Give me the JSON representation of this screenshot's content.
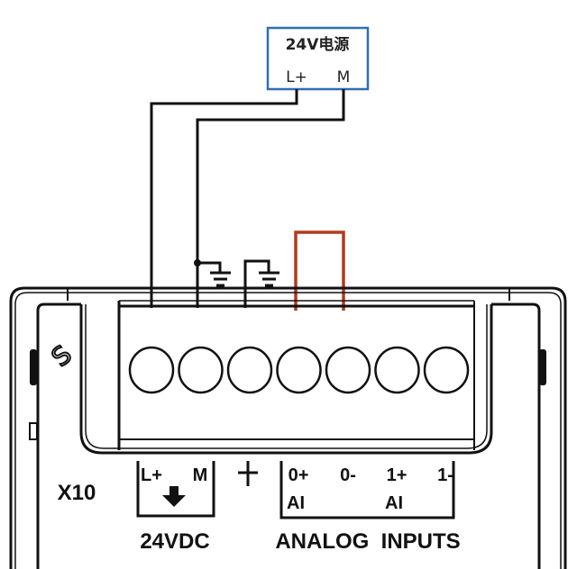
{
  "power_supply": {
    "title": "24V电源",
    "terminal_plus": "L+",
    "terminal_minus": "M",
    "border_color": "#2f6db5"
  },
  "jumper": {
    "color": "#b23a1a"
  },
  "module": {
    "connector_label": "X10",
    "terminal_count": 7,
    "power_group": {
      "plus": "L+",
      "minus": "M",
      "caption": "24VDC"
    },
    "ground_symbol": "ground-icon",
    "analog_group": {
      "terminals": [
        "0+",
        "0-",
        "1+",
        "1-"
      ],
      "ai_labels": [
        "AI",
        "AI"
      ],
      "caption": "ANALOG  INPUTS"
    }
  }
}
